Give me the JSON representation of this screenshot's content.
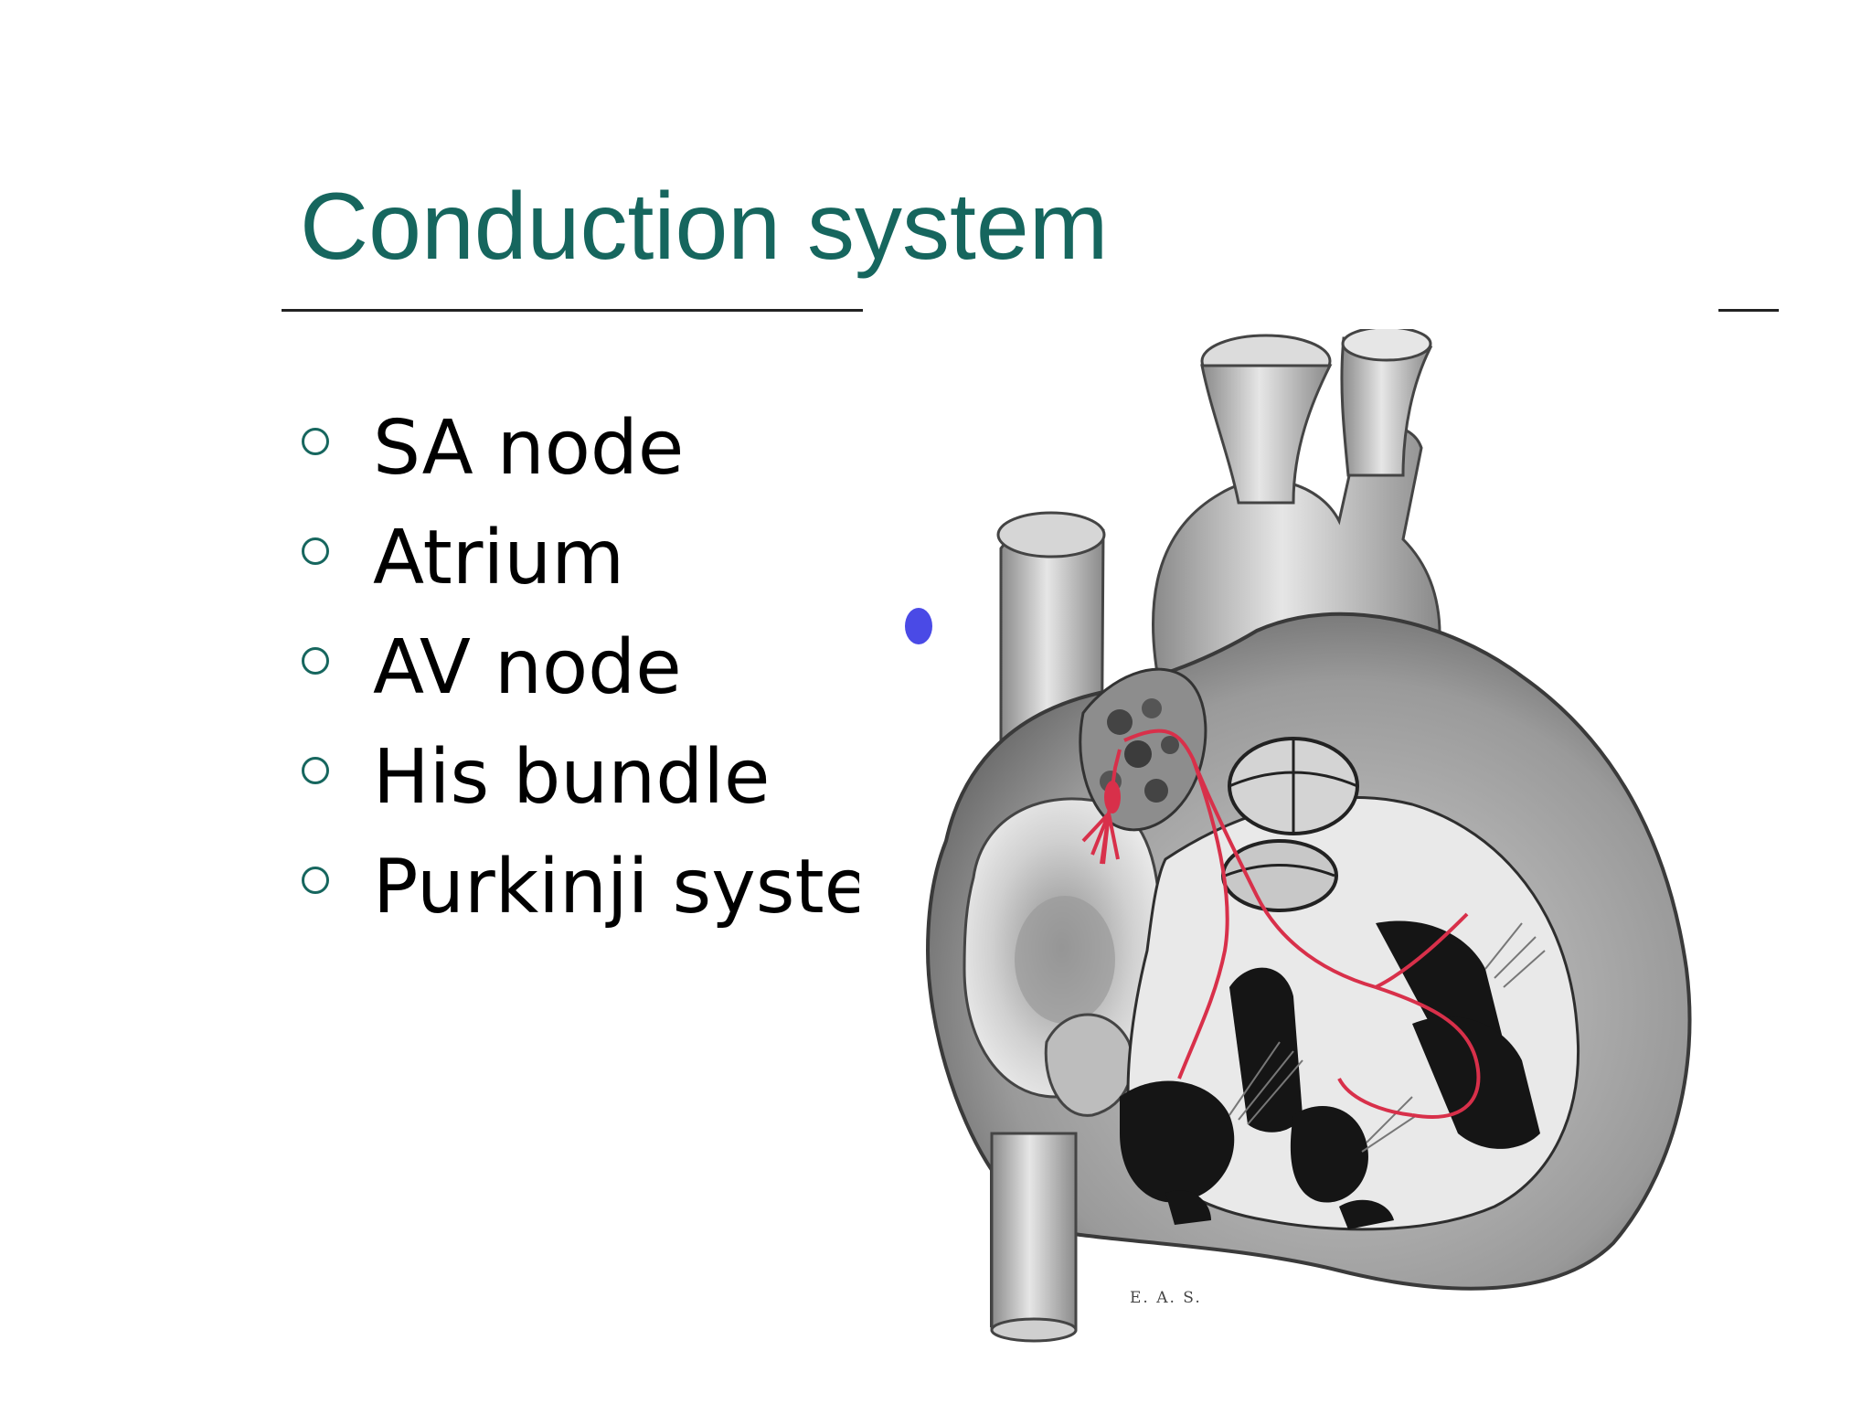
{
  "slide": {
    "title": "Conduction system",
    "bullets": [
      "SA node",
      "Atrium",
      "AV node",
      "His bundle",
      "Purkinji system"
    ],
    "figure": {
      "credit": "E. A. S.",
      "colors": {
        "sa_node": "#4a4ae6",
        "conduction_path": "#d8304a",
        "title": "#16665e"
      }
    }
  }
}
